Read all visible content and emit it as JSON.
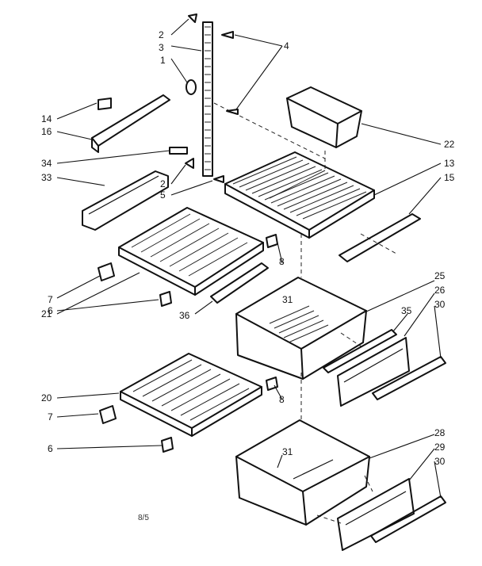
{
  "labels": {
    "l2a": "2",
    "l3": "3",
    "l1": "1",
    "l4": "4",
    "l14": "14",
    "l16": "16",
    "l34": "34",
    "l33": "33",
    "l2b": "2",
    "l5": "5",
    "l22": "22",
    "l13": "13",
    "l15": "15",
    "l8a": "8",
    "l7a": "7",
    "l21": "21",
    "l6a": "6",
    "l36": "36",
    "l31a": "31",
    "l25": "25",
    "l26": "26",
    "l30a": "30",
    "l35": "35",
    "l20": "20",
    "l8b": "8",
    "l7b": "7",
    "l6b": "6",
    "l31b": "31",
    "l28": "28",
    "l29": "29",
    "l30b": "30"
  },
  "footer": {
    "code": "8/5"
  }
}
